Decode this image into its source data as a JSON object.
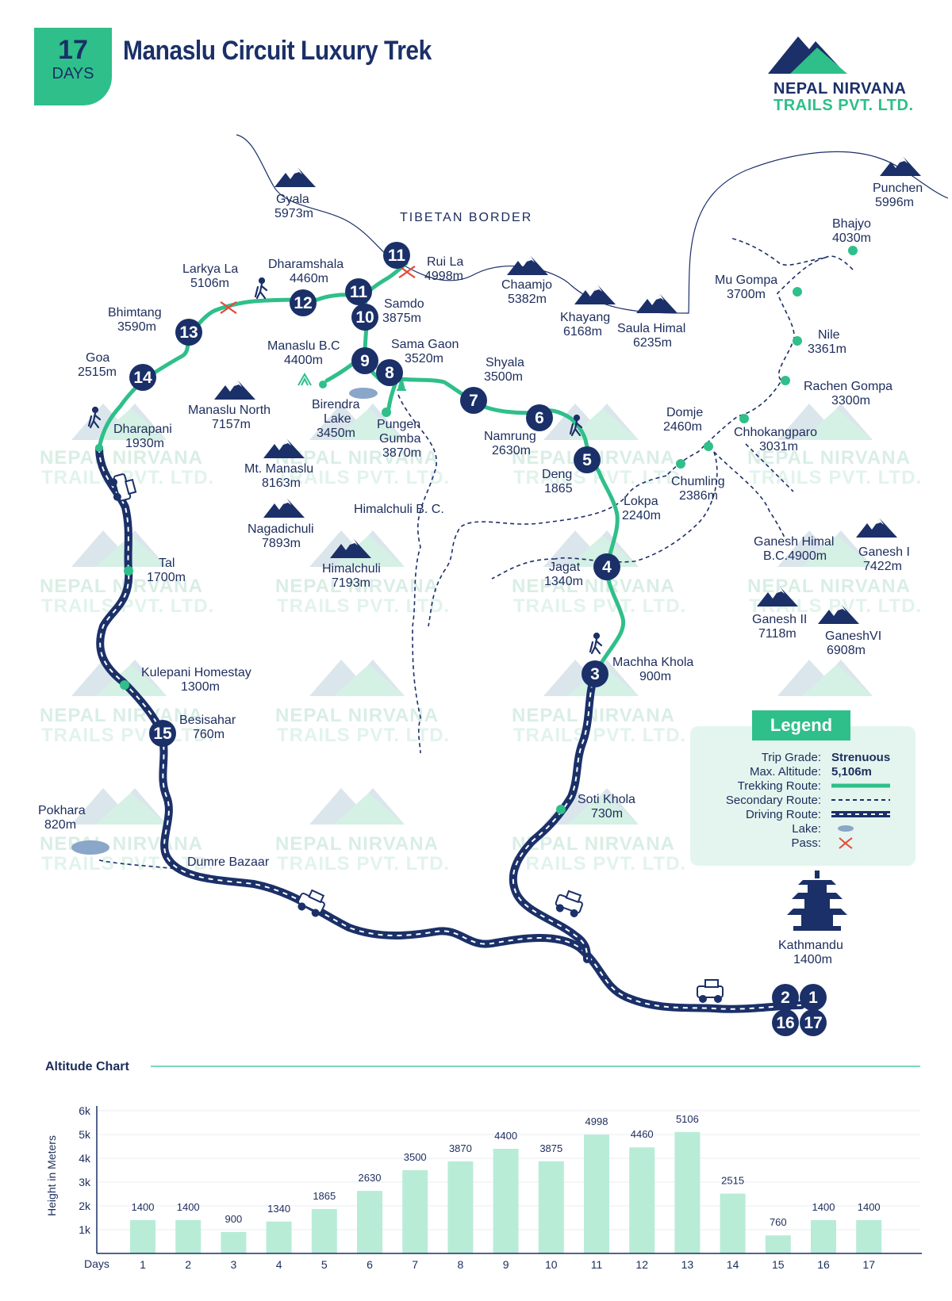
{
  "header": {
    "days_number": "17",
    "days_label": "DAYS",
    "title": "Manaslu Circuit Luxury Trek"
  },
  "logo": {
    "line1": "NEPAL NIRVANA",
    "line2": "TRAILS PVT. LTD."
  },
  "border_label": "TIBETAN BORDER",
  "colors": {
    "trek": "#2fbf8a",
    "navy": "#1b3068",
    "bar": "#b8ecd7"
  },
  "stations": [
    "1",
    "2",
    "3",
    "4",
    "5",
    "6",
    "7",
    "8",
    "9",
    "10",
    "11",
    "11",
    "12",
    "13",
    "14",
    "15",
    "16",
    "17"
  ],
  "peaks": [
    {
      "name": "Gyala",
      "alt": "5973m"
    },
    {
      "name": "Punchen",
      "alt": "5996m"
    },
    {
      "name": "Chaamjo",
      "alt": "5382m"
    },
    {
      "name": "Khayang",
      "alt": "6168m"
    },
    {
      "name": "Saula Himal",
      "alt": "6235m"
    },
    {
      "name": "Manaslu North",
      "alt": "7157m"
    },
    {
      "name": "Mt. Manaslu",
      "alt": "8163m"
    },
    {
      "name": "Nagadichuli",
      "alt": "7893m"
    },
    {
      "name": "Himalchuli",
      "alt": "7193m"
    },
    {
      "name": "Ganesh I",
      "alt": "7422m"
    },
    {
      "name": "Ganesh II",
      "alt": "7118m"
    },
    {
      "name": "GaneshVI",
      "alt": "6908m"
    }
  ],
  "places": [
    {
      "name": "Rui La",
      "alt": "4998m"
    },
    {
      "name": "Dharamshala",
      "alt": "4460m"
    },
    {
      "name": "Larkya La",
      "alt": "5106m"
    },
    {
      "name": "Bhimtang",
      "alt": "3590m"
    },
    {
      "name": "Goa",
      "alt": "2515m"
    },
    {
      "name": "Samdo",
      "alt": "3875m"
    },
    {
      "name": "Manaslu B.C",
      "alt": "4400m"
    },
    {
      "name": "Sama Gaon",
      "alt": "3520m"
    },
    {
      "name": "Shyala",
      "alt": "3500m"
    },
    {
      "name": "Birendra",
      "alt": "Lake"
    },
    {
      "name": "3450m",
      "alt": ""
    },
    {
      "name": "Pungen",
      "alt": "Gumba"
    },
    {
      "name": "3870m",
      "alt": ""
    },
    {
      "name": "Namrung",
      "alt": "2630m"
    },
    {
      "name": "Dharapani",
      "alt": "1930m"
    },
    {
      "name": "Deng",
      "alt": "1865"
    },
    {
      "name": "Lokpa",
      "alt": "2240m"
    },
    {
      "name": "Jagat",
      "alt": "1340m"
    },
    {
      "name": "Machha Khola",
      "alt": "900m"
    },
    {
      "name": "Tal",
      "alt": "1700m"
    },
    {
      "name": "Kulepani Homestay",
      "alt": "1300m"
    },
    {
      "name": "Besisahar",
      "alt": "760m"
    },
    {
      "name": "Soti Khola",
      "alt": "730m"
    },
    {
      "name": "Pokhara",
      "alt": "820m"
    },
    {
      "name": "Dumre Bazaar",
      "alt": ""
    },
    {
      "name": "Kathmandu",
      "alt": "1400m"
    },
    {
      "name": "Himalchuli B. C.",
      "alt": ""
    },
    {
      "name": "Bhajyo",
      "alt": "4030m"
    },
    {
      "name": "Mu Gompa",
      "alt": "3700m"
    },
    {
      "name": "Nile",
      "alt": "3361m"
    },
    {
      "name": "Rachen Gompa",
      "alt": "3300m"
    },
    {
      "name": "Domje",
      "alt": "2460m"
    },
    {
      "name": "Chhokangparo",
      "alt": "3031m"
    },
    {
      "name": "Chumling",
      "alt": "2386m"
    },
    {
      "name": "Ganesh Himal",
      "alt": "B.C.4900m"
    }
  ],
  "legend": {
    "title": "Legend",
    "grade_label": "Trip Grade:",
    "grade_value": "Strenuous",
    "alt_label": "Max. Altitude:",
    "alt_value": "5,106m",
    "trek_label": "Trekking Route:",
    "secondary_label": "Secondary Route:",
    "driving_label": "Driving Route:",
    "lake_label": "Lake:",
    "pass_label": "Pass:"
  },
  "chart_data": {
    "type": "bar",
    "title": "Altitude Chart",
    "xlabel": "Days",
    "ylabel": "Height in Meters",
    "categories": [
      "1",
      "2",
      "3",
      "4",
      "5",
      "6",
      "7",
      "8",
      "9",
      "10",
      "11",
      "12",
      "13",
      "14",
      "15",
      "16",
      "17"
    ],
    "values": [
      1400,
      1400,
      900,
      1340,
      1865,
      2630,
      3500,
      3870,
      4400,
      3875,
      4998,
      4460,
      5106,
      2515,
      760,
      1400,
      1400
    ],
    "value_labels": [
      "1400",
      "1400",
      "900",
      "1340",
      "1865",
      "2630",
      "3500",
      "3870",
      "4400",
      "3875",
      "4998",
      "4460",
      "5106",
      "2515",
      "760",
      "1400",
      "1400"
    ],
    "yticks": [
      "1k",
      "2k",
      "3k",
      "4k",
      "5k",
      "6k"
    ],
    "ylim": [
      0,
      6000
    ],
    "color": "#b8ecd7",
    "grid": true
  }
}
